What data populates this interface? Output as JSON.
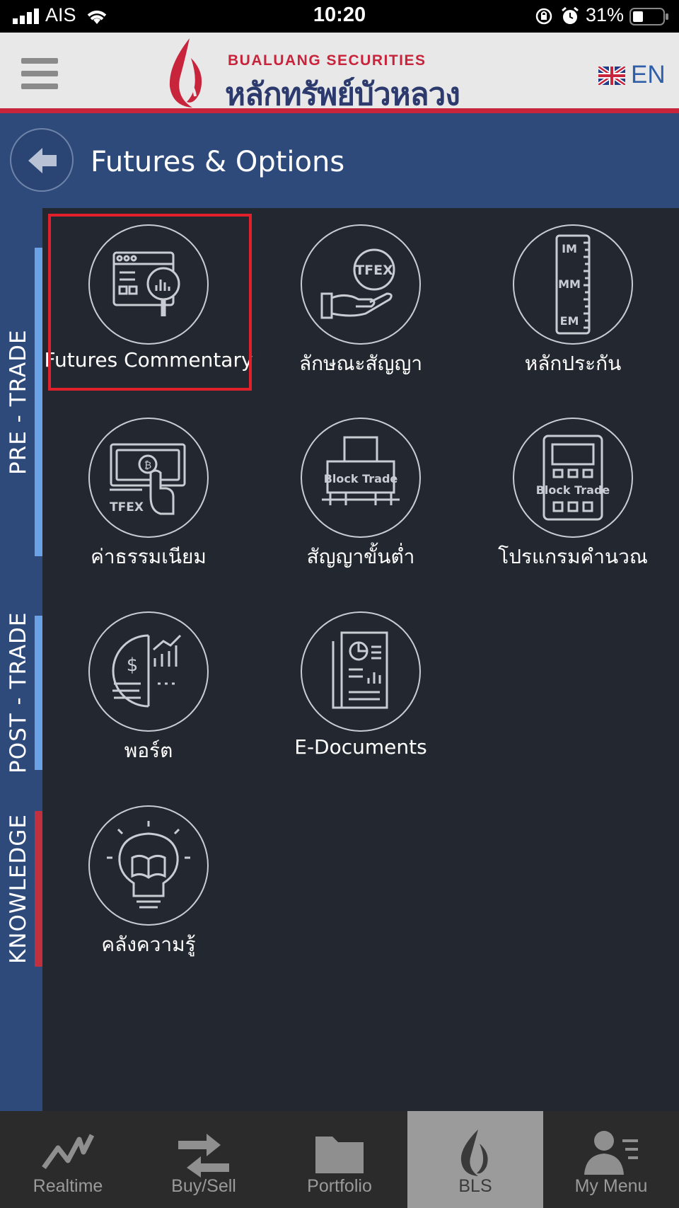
{
  "status_bar": {
    "carrier": "AIS",
    "time": "10:20",
    "battery_percent": "31%"
  },
  "header": {
    "brand_en": "BUALUANG SECURITIES",
    "brand_th": "หลักทรัพย์บัวหลวง",
    "language": "EN"
  },
  "page": {
    "title": "Futures & Options"
  },
  "sections": [
    {
      "label": "PRE - TRADE",
      "color": "#6aa2e8"
    },
    {
      "label": "POST - TRADE",
      "color": "#6aa2e8"
    },
    {
      "label": "KNOWLEDGE",
      "color": "#c0303e"
    }
  ],
  "tiles": [
    {
      "label": "Futures Commentary",
      "icon": "commentary-icon",
      "section": "pre-trade"
    },
    {
      "label": "ลักษณะสัญญา",
      "icon": "contract-spec-icon",
      "section": "pre-trade",
      "icon_text": "TFEX"
    },
    {
      "label": "หลักประกัน",
      "icon": "margin-ruler-icon",
      "section": "pre-trade",
      "icon_text": [
        "IM",
        "MM",
        "EM"
      ]
    },
    {
      "label": "ค่าธรรมเนียม",
      "icon": "fee-icon",
      "section": "pre-trade",
      "icon_text": "TFEX"
    },
    {
      "label": "สัญญาขั้นต่ำ",
      "icon": "block-trade-minimum-icon",
      "section": "pre-trade",
      "icon_text": "Block Trade"
    },
    {
      "label": "โปรแกรมคำนวณ",
      "icon": "block-trade-calculator-icon",
      "section": "pre-trade",
      "icon_text": "Block Trade"
    },
    {
      "label": "พอร์ต",
      "icon": "portfolio-chart-icon",
      "section": "post-trade"
    },
    {
      "label": "E-Documents",
      "icon": "e-documents-icon",
      "section": "post-trade"
    },
    {
      "label": "คลังความรู้",
      "icon": "knowledge-bulb-icon",
      "section": "knowledge"
    }
  ],
  "bottom_nav": [
    {
      "label": "Realtime",
      "icon": "realtime-chart-icon",
      "active": false
    },
    {
      "label": "Buy/Sell",
      "icon": "buy-sell-arrows-icon",
      "active": false
    },
    {
      "label": "Portfolio",
      "icon": "folder-icon",
      "active": false
    },
    {
      "label": "BLS",
      "icon": "bls-logo-icon",
      "active": true
    },
    {
      "label": "My Menu",
      "icon": "user-menu-icon",
      "active": false
    }
  ],
  "colors": {
    "accent_red": "#c8243c",
    "title_band": "#2d4a7a",
    "content_bg": "#232830",
    "highlight": "#e0202a"
  }
}
